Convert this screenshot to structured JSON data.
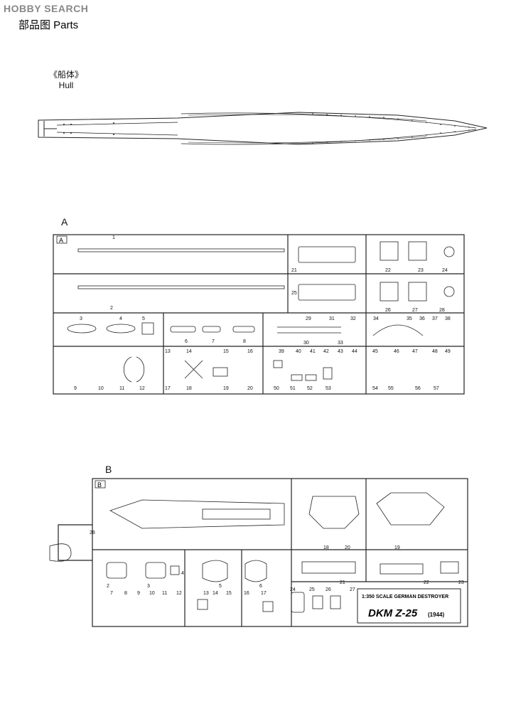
{
  "header": {
    "logo_text": "HOBBY SEARCH",
    "title": "部品图 Parts"
  },
  "hull": {
    "label_cn": "《船体》",
    "label_en": "Hull"
  },
  "sprue_a": {
    "section_label": "A",
    "frame_tag": "A",
    "part_numbers": [
      "1",
      "2",
      "3",
      "4",
      "5",
      "6",
      "7",
      "8",
      "9",
      "10",
      "11",
      "12",
      "13",
      "14",
      "15",
      "16",
      "17",
      "18",
      "19",
      "20",
      "21",
      "22",
      "23",
      "24",
      "25",
      "26",
      "27",
      "28",
      "29",
      "30",
      "31",
      "32",
      "33",
      "34",
      "35",
      "36",
      "37",
      "38",
      "39",
      "40",
      "41",
      "42",
      "43",
      "44",
      "45",
      "46",
      "47",
      "48",
      "49",
      "50",
      "51",
      "52",
      "53",
      "54",
      "55",
      "56",
      "57"
    ]
  },
  "sprue_b": {
    "section_label": "B",
    "frame_tag": "B",
    "part_numbers": [
      "2",
      "3",
      "4",
      "5",
      "6",
      "7",
      "8",
      "9",
      "10",
      "11",
      "12",
      "13",
      "14",
      "15",
      "16",
      "17",
      "18",
      "19",
      "20",
      "21",
      "22",
      "23",
      "24",
      "25",
      "26",
      "27",
      "28"
    ],
    "plate_line1": "1:350  SCALE  GERMAN DESTROYER",
    "plate_title": "DKM  Z-25",
    "plate_year": "(1944)"
  },
  "colors": {
    "ink": "#111111",
    "paper": "#ffffff",
    "logo": "#888888"
  }
}
